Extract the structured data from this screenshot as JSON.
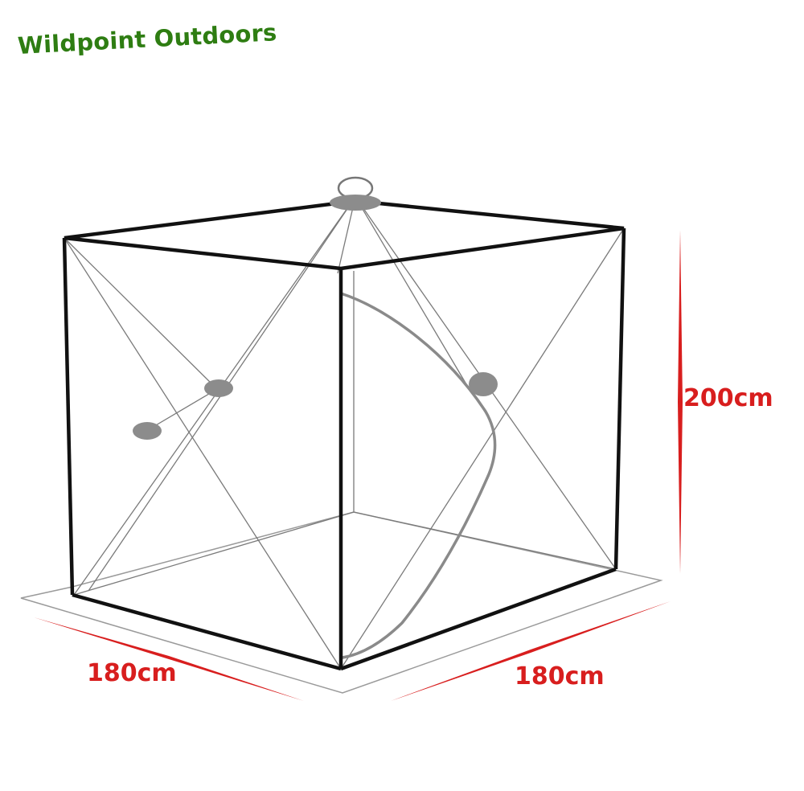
{
  "brand": {
    "name": "Wildpoint Outdoors",
    "color": "#2e7d12"
  },
  "dimensions": {
    "height": "200cm",
    "width_left": "180cm",
    "width_right": "180cm"
  },
  "colors": {
    "frame": "#111111",
    "strings": "#7a7a7a",
    "hooks": "#8c8c8c",
    "ground": "#9a9a9a",
    "dimension": "#d81e1e"
  }
}
